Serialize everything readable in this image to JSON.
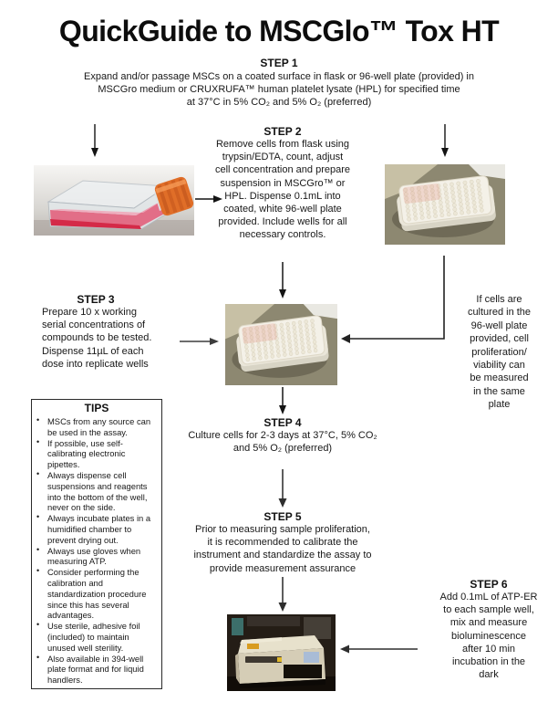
{
  "title": "QuickGuide to MSCGlo™ Tox HT",
  "step1": {
    "heading": "STEP 1",
    "body": "Expand and/or passage MSCs on a coated surface in flask or 96-well plate (provided) in\nMSCGro medium or CRUXRUFA™ human platelet lysate (HPL) for specified time\nat 37°C in 5% CO₂ and 5% O₂ (preferred)"
  },
  "step2": {
    "heading": "STEP 2",
    "body": "Remove cells from flask using\ntrypsin/EDTA, count, adjust\ncell concentration and prepare\nsuspension in MSCGro™ or\nHPL.  Dispense 0.1mL into\ncoated, white 96-well plate\nprovided. Include wells for all\nnecessary controls."
  },
  "step3": {
    "heading": "STEP 3",
    "body": "Prepare 10 x working\nserial concentrations of\ncompounds to be tested.\nDispense 11µL of each\ndose into replicate wells"
  },
  "step4": {
    "heading": "STEP 4",
    "body": "Culture cells for 2-3 days at 37°C, 5% CO₂\nand 5% O₂ (preferred)"
  },
  "step5": {
    "heading": "STEP 5",
    "body": "Prior to measuring sample proliferation,\nit is recommended to calibrate the\ninstrument and standardize the assay to\nprovide measurement assurance"
  },
  "step6": {
    "heading": "STEP 6",
    "body": "Add 0.1mL of ATP-ER\nto each sample well,\nmix and measure\nbioluminescence\nafter 10 min\nincubation in the\ndark"
  },
  "side_note": "If cells are\ncultured in the\n96-well plate\nprovided, cell\nproliferation/\nviability can\nbe measured\nin the same\nplate",
  "tips": {
    "heading": "TIPS",
    "items": [
      "MSCs from any source can be used in the assay.",
      "If possible, use self-calibrating electronic pipettes.",
      "Always dispense cell suspensions and reagents into the bottom of the well, never on the side.",
      "Always incubate plates in a humidified chamber to prevent drying out.",
      "Always use gloves when measuring ATP.",
      "Consider performing the calibration and standardization procedure since this has several advantages.",
      "Use sterile, adhesive foil (included) to maintain unused well sterility.",
      "Also available in 394-well plate format and for liquid handlers."
    ]
  },
  "images": {
    "flask": "cell-culture-flask-with-pink-medium",
    "plate_right": "coated-white-96-well-plate",
    "plate_middle": "coated-white-96-well-plate",
    "instrument": "microplate-luminometer-reader"
  },
  "colors": {
    "text": "#141414",
    "arrow_black": "#141414",
    "arrow_gray": "#4c4c4c",
    "medium_pink": "#e2607c",
    "cap_orange": "#e06e28",
    "plate_bench_olive": "#8d8871",
    "instrument_beige": "#d5cdb6"
  }
}
